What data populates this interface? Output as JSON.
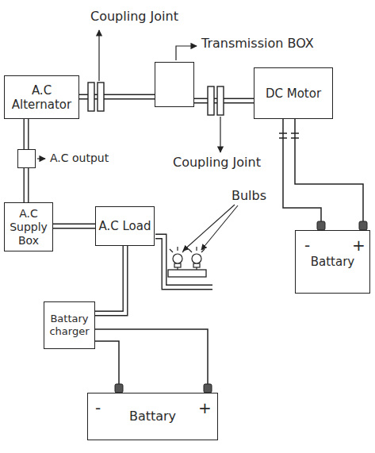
{
  "diagram": {
    "nodes": [
      {
        "text": [
          "A.C Alternator"
        ]
      },
      {
        "text": [
          "Transmission BOX"
        ]
      },
      {
        "text": [
          "DC Motor"
        ]
      },
      {
        "text": [
          "A.C output"
        ]
      },
      {
        "text": [
          "A.C Supply Box"
        ]
      },
      {
        "text": [
          "A.C Load"
        ]
      },
      {
        "text": [
          "Battary"
        ]
      },
      {
        "text": [
          "Battary charger"
        ]
      },
      {
        "text": [
          "Battary"
        ]
      }
    ],
    "edges": [
      {
        "from": 0,
        "to": 1,
        "arrow": "none"
      },
      {
        "from": 1,
        "to": 2,
        "arrow": "none"
      },
      {
        "from": 0,
        "to": 3,
        "arrow": "none"
      },
      {
        "from": 3,
        "to": 4,
        "arrow": "none"
      },
      {
        "from": 4,
        "to": 5,
        "arrow": "none"
      },
      {
        "from": 5,
        "to": 7,
        "arrow": "none"
      },
      {
        "from": 7,
        "to": 8,
        "arrow": "none"
      },
      {
        "from": 7,
        "to": 8,
        "arrow": "none"
      },
      {
        "from": 2,
        "to": 6,
        "arrow": "none"
      },
      {
        "from": 2,
        "to": 6,
        "arrow": "none"
      }
    ],
    "labels": [
      "Coupling Joint",
      "Coupling Joint",
      "Bulbs",
      "-",
      "+",
      "-",
      "+"
    ]
  }
}
